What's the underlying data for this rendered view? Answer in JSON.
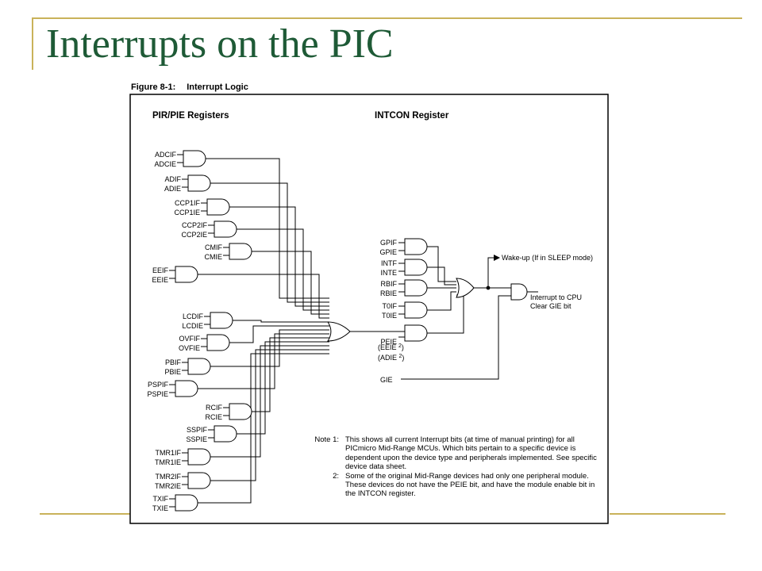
{
  "slide": {
    "title": "Interrupts on the PIC"
  },
  "figure": {
    "caption_num": "Figure 8-1:",
    "caption_title": "Interrupt Logic",
    "heading_left": "PIR/PIE Registers",
    "heading_right": "INTCON Register"
  },
  "peripherals": [
    [
      "ADCIF",
      "ADCIE"
    ],
    [
      "ADIF",
      "ADIE"
    ],
    [
      "CCP1IF",
      "CCP1IE"
    ],
    [
      "CCP2IF",
      "CCP2IE"
    ],
    [
      "CMIF",
      "CMIE"
    ],
    [
      "EEIF",
      "EEIE"
    ],
    [
      "LCDIF",
      "LCDIE"
    ],
    [
      "OVFIF",
      "OVFIE"
    ],
    [
      "PBIF",
      "PBIE"
    ],
    [
      "PSPIF",
      "PSPIE"
    ],
    [
      "RCIF",
      "RCIE"
    ],
    [
      "SSPIF",
      "SSPIE"
    ],
    [
      "TMR1IF",
      "TMR1IE"
    ],
    [
      "TMR2IF",
      "TMR2IE"
    ],
    [
      "TXIF",
      "TXIE"
    ]
  ],
  "intcon": {
    "pairs": [
      [
        "GPIF",
        "GPIE"
      ],
      [
        "INTF",
        "INTE"
      ],
      [
        "RBIF",
        "RBIE"
      ],
      [
        "T0IF",
        "T0IE"
      ]
    ],
    "peie": "PEIE",
    "eeie": "(EEIE",
    "adie": "(ADIE",
    "note_sup": "2",
    "paren_close": ")",
    "gie": "GIE",
    "wakeup": "Wake-up (If in SLEEP mode)",
    "cpu_line1": "Interrupt to CPU",
    "cpu_line2": "Clear GIE bit"
  },
  "notes": [
    {
      "num": "Note   1:",
      "text": "This shows all current Interrupt bits (at time of manual printing) for all PICmicro Mid-Range MCUs. Which bits pertain to a specific device is dependent upon the device type and peripherals implemented. See specific device data sheet."
    },
    {
      "num": "2:",
      "text": "Some of the original Mid-Range devices had only one peripheral module. These devices do not have the PEIE bit, and have the module enable bit in the INTCON register."
    }
  ],
  "colors": {
    "title": "#1e5a36",
    "accent": "#c9b25a",
    "ink": "#000000"
  }
}
